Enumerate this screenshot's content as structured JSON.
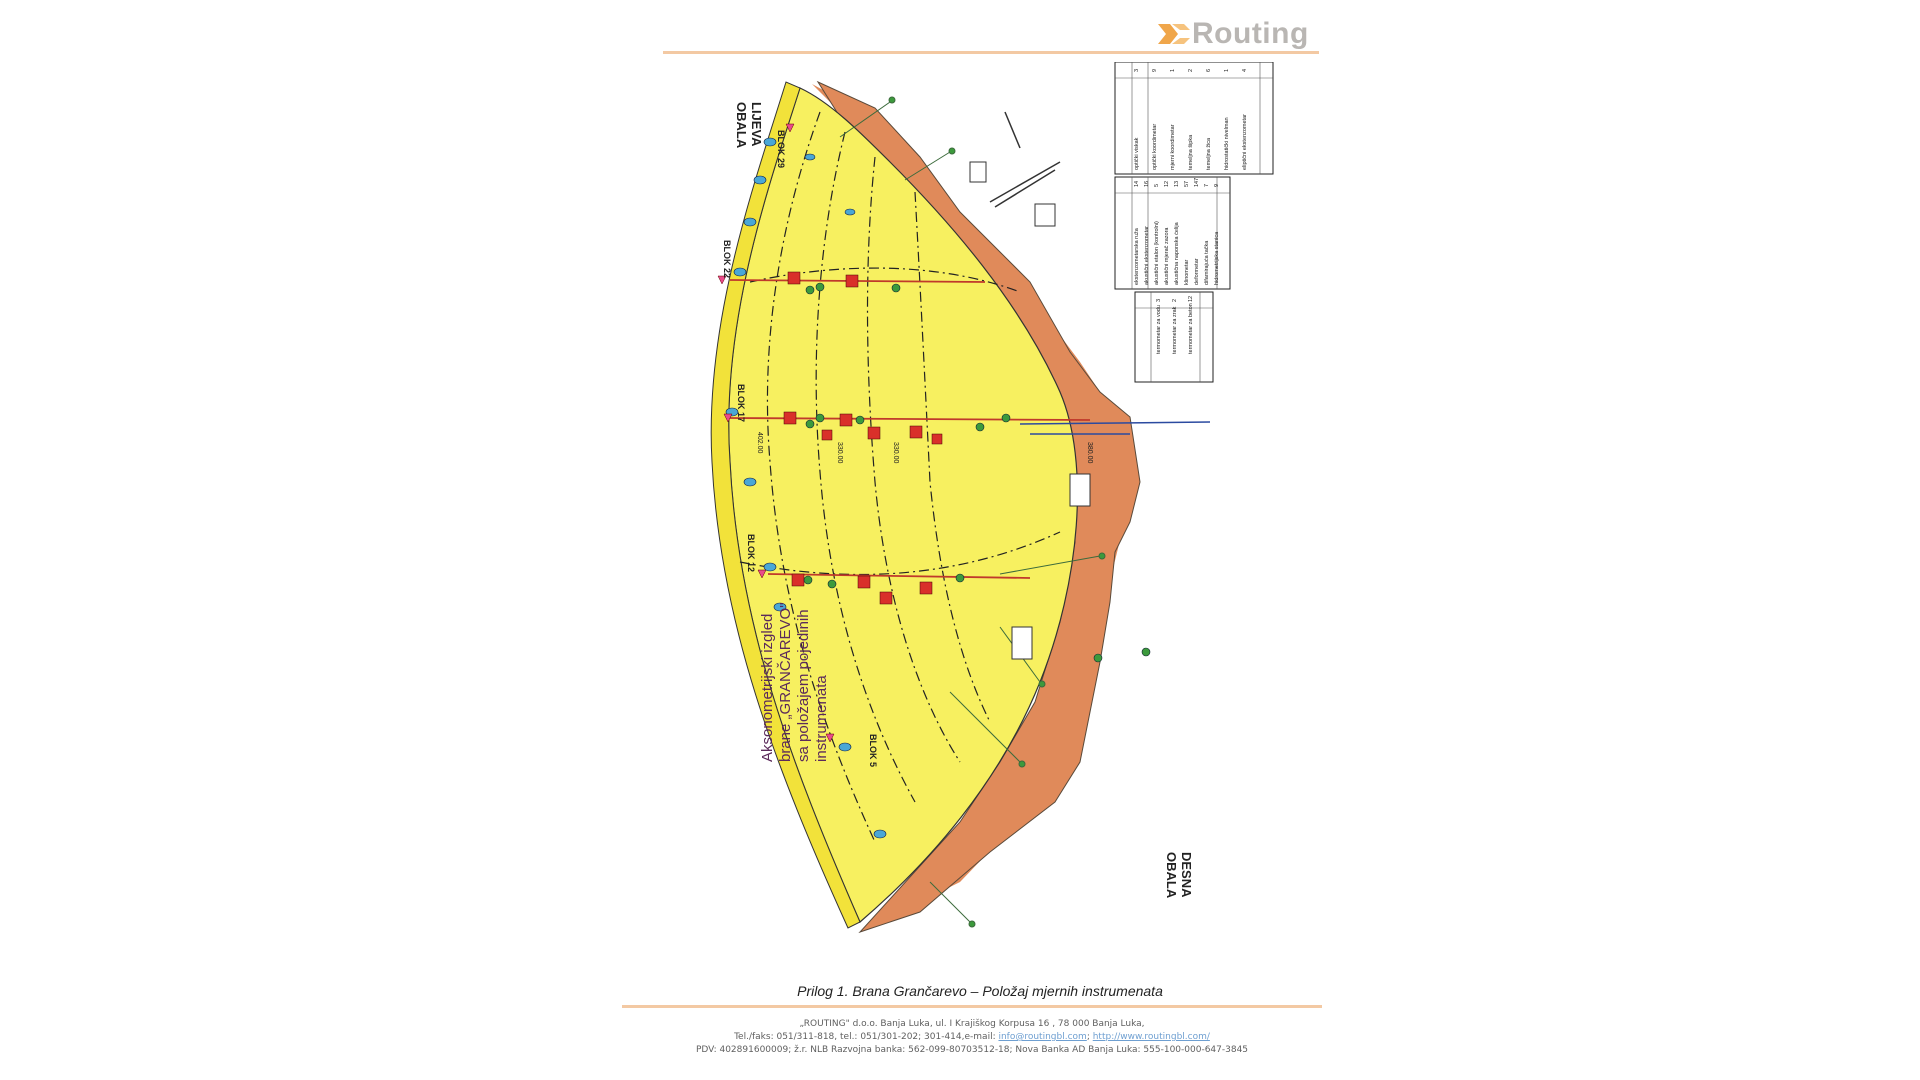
{
  "header": {
    "logo_text": "Routing",
    "logo_mark": "routing-logo-icon"
  },
  "drawing": {
    "title_lines": [
      "Aksonometrijski izgled",
      "brane „GRANČAREVO\"",
      "sa položajem pojedinih",
      "instrumenata"
    ],
    "left_bank": [
      "LIJEVA",
      "OBALA"
    ],
    "right_bank": [
      "DESNA",
      "OBALA"
    ],
    "blocks": [
      "BLOK 29",
      "BLOK 22",
      "BLOK 17",
      "BLOK 12",
      "BLOK 5"
    ],
    "elevations": [
      "402.00",
      "330.00",
      "330.00",
      "380.00"
    ],
    "legend_a": [
      {
        "name": "ekstenzometarska ruža",
        "count": "14"
      },
      {
        "name": "akustični ekstenzometar",
        "count": "16"
      },
      {
        "name": "akustični etalon (kontrolni)",
        "count": "5"
      },
      {
        "name": "akustični mjerač zazora",
        "count": "12"
      },
      {
        "name": "akustična naponska ćelija",
        "count": "13"
      },
      {
        "name": "klinometar",
        "count": "57"
      },
      {
        "name": "deformetar",
        "count": "147"
      },
      {
        "name": "difamirajuća tačka",
        "count": "7"
      },
      {
        "name": "hidrometrijska stanica",
        "count": "9"
      }
    ],
    "legend_b": [
      {
        "name": "optički viskak",
        "count": "3"
      },
      {
        "name": "optički koordimetar",
        "count": "9"
      },
      {
        "name": "mjerni koordimetar",
        "count": "1"
      },
      {
        "name": "temeljna šipka",
        "count": "2"
      },
      {
        "name": "temeljna žica",
        "count": "6"
      },
      {
        "name": "hidrostatički nivelman",
        "count": "1"
      },
      {
        "name": "eliptični ekstenzometar",
        "count": "4"
      }
    ],
    "legend_c": [
      {
        "name": "termometar za vodu",
        "count": "3"
      },
      {
        "name": "termometar za zrak",
        "count": "2"
      },
      {
        "name": "termometar za beton",
        "count": "12"
      }
    ],
    "colors": {
      "dam": "#f7f060",
      "rock": "#e08a5a",
      "crest": "#f2e23a",
      "pipe": "#c0392b",
      "wire": "#2b4aa0"
    }
  },
  "caption": "Prilog 1. Brana Grančarevo – Položaj mjernih instrumenata",
  "footer": {
    "line1": "„ROUTING\" d.o.o. Banja Luka, ul. I Krajiškog Korpusa 16 , 78 000 Banja Luka,",
    "line2_prefix": "Tel./faks: 051/311-818, tel.: 051/301-202; 301-414,e-mail: ",
    "email": "info@routingbl.com",
    "line2_sep": ";  ",
    "website": "http://www.routingbl.com/",
    "line3": "PDV: 402891600009; ž.r. NLB Razvojna banka: 562-099-80703512-18; Nova Banka AD Banja Luka:  555-100-000-647-3845"
  }
}
